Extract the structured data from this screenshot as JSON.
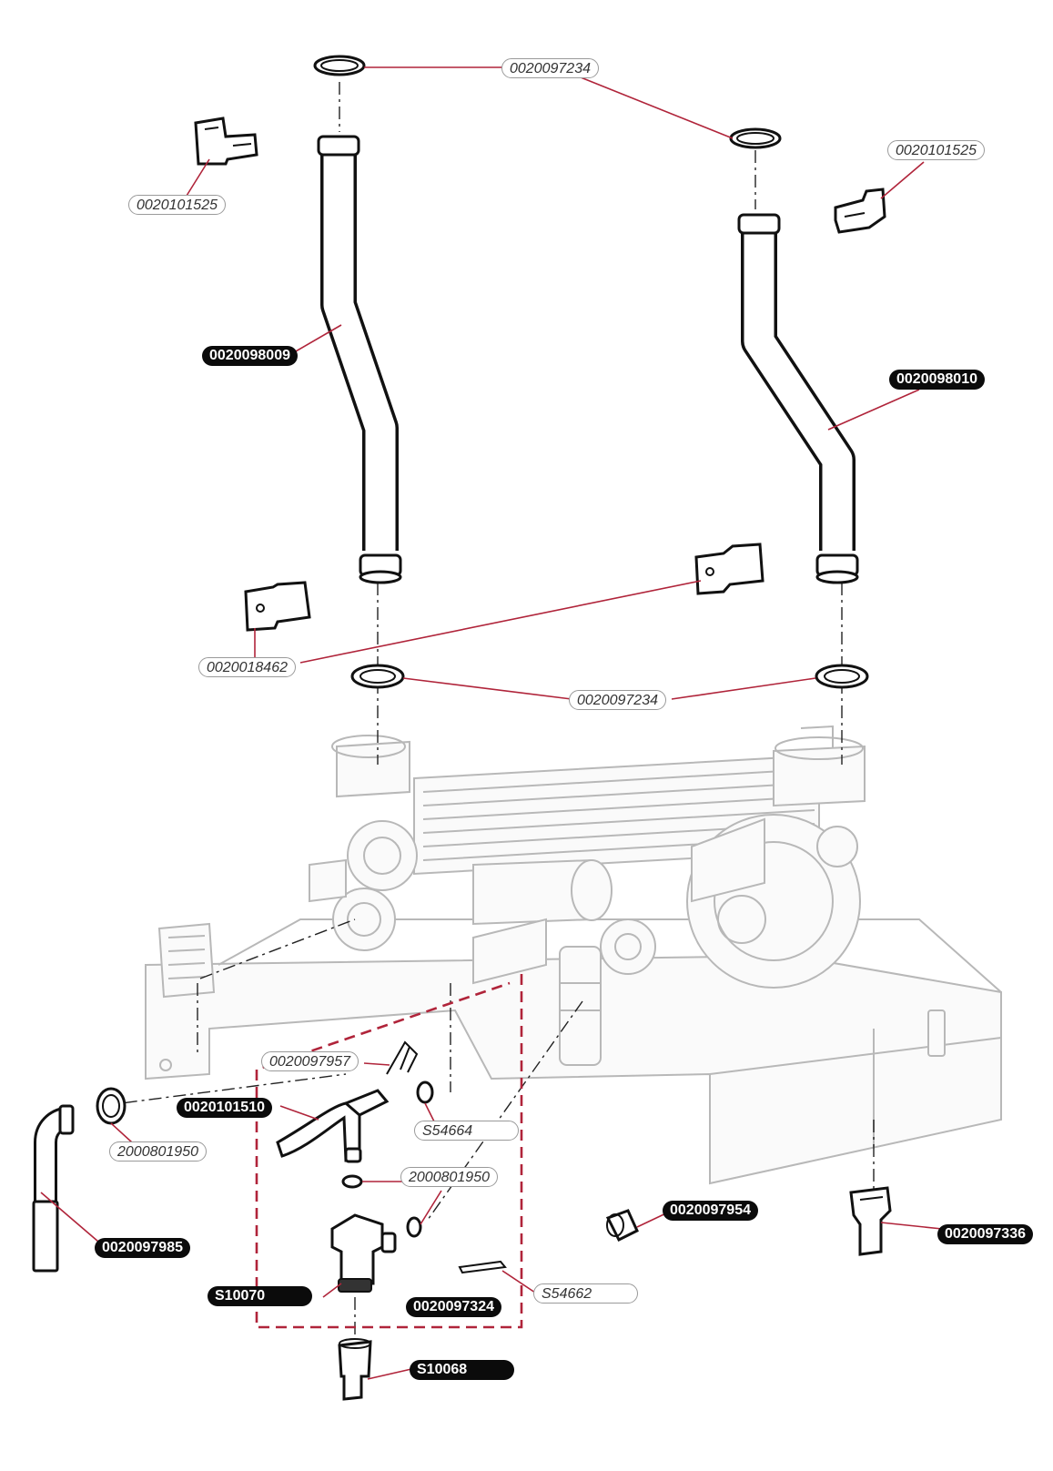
{
  "parts": {
    "seal_top_left": "0020097234",
    "clip_top_right": "0020101525",
    "clip_top_left": "0020101525",
    "pipe_left": "0020098009",
    "pipe_right": "0020098010",
    "clip_middle": "0020018462",
    "seal_bottom": "0020097234",
    "clip_wire": "0020097957",
    "drain_elbow": "0020101510",
    "seal_oring_small": "S54664",
    "washer_left": "2000801950",
    "oring_mid": "2000801950",
    "drain_hose": "0020097985",
    "sensor_plug": "0020097954",
    "pressure_sensor": "0020097336",
    "valve_body": "S10070",
    "drain_tap": "0020097324",
    "split_pin": "S54662",
    "drain_nozzle": "S10068"
  },
  "colors": {
    "leader": "#b0243a",
    "dashed_box": "#b0243a",
    "part_stroke": "#111111",
    "ghost_stroke": "#b8b8b8"
  }
}
